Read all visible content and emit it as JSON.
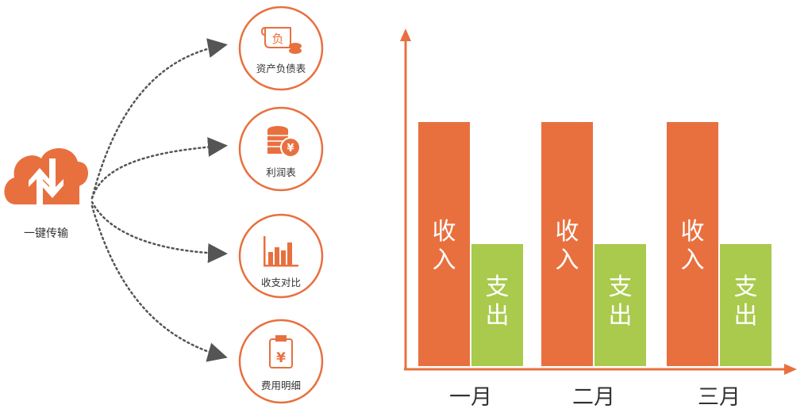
{
  "source": {
    "label": "一键传输",
    "icon": "cloud-upload-download-icon"
  },
  "items": [
    {
      "label": "资产负债表",
      "icon": "balance-sheet-icon"
    },
    {
      "label": "利润表",
      "icon": "coins-yuan-icon"
    },
    {
      "label": "收支对比",
      "icon": "bar-chart-icon"
    },
    {
      "label": "费用明细",
      "icon": "clipboard-yuan-icon"
    }
  ],
  "colors": {
    "accent": "#e8703f",
    "income": "#e8703f",
    "expense": "#a9ca4c",
    "arrow": "#555555"
  },
  "chart_data": {
    "type": "bar",
    "categories": [
      "一月",
      "二月",
      "三月"
    ],
    "series": [
      {
        "name": "收入",
        "values": [
          2,
          2,
          2
        ]
      },
      {
        "name": "支出",
        "values": [
          1,
          1,
          1
        ]
      }
    ],
    "bar_labels": [
      "收入",
      "支出"
    ],
    "ylim": [
      0,
      2.4
    ],
    "grid": false
  }
}
